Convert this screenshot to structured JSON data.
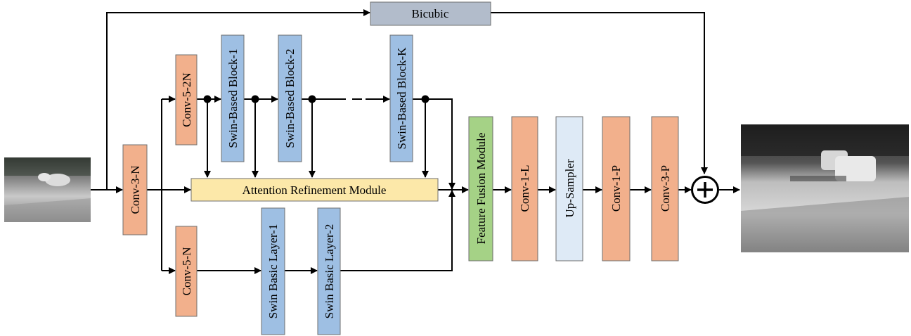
{
  "colors": {
    "conv": "#F2B08C",
    "swin": "#9EBFE3",
    "attention": "#FCE8A9",
    "fusion": "#A5D286",
    "upsampler": "#DEEAF6",
    "bicubic": "#B2BCCB",
    "wire": "#000000"
  },
  "icons": {
    "input": "input-image-icon",
    "output": "output-image-icon",
    "add": "element-wise-sum-icon"
  },
  "modules": {
    "bicubic": "Bicubic",
    "conv3n": "Conv-3-N",
    "conv52n": "Conv-5-2N",
    "conv5n": "Conv-5-N",
    "swin1": "Swin-Based Block-1",
    "swin2": "Swin-Based Block-2",
    "swinK": "Swin-Based Block-K",
    "attention": "Attention Refinement Module",
    "basic1": "Swin Basic Layer-1",
    "basic2": "Swin Basic Layer-2",
    "fusion": "Feature Fusion Module",
    "conv1l": "Conv-1-L",
    "upsampler": "Up-Sampler",
    "conv1p": "Conv-1-P",
    "conv3p": "Conv-3-P"
  }
}
